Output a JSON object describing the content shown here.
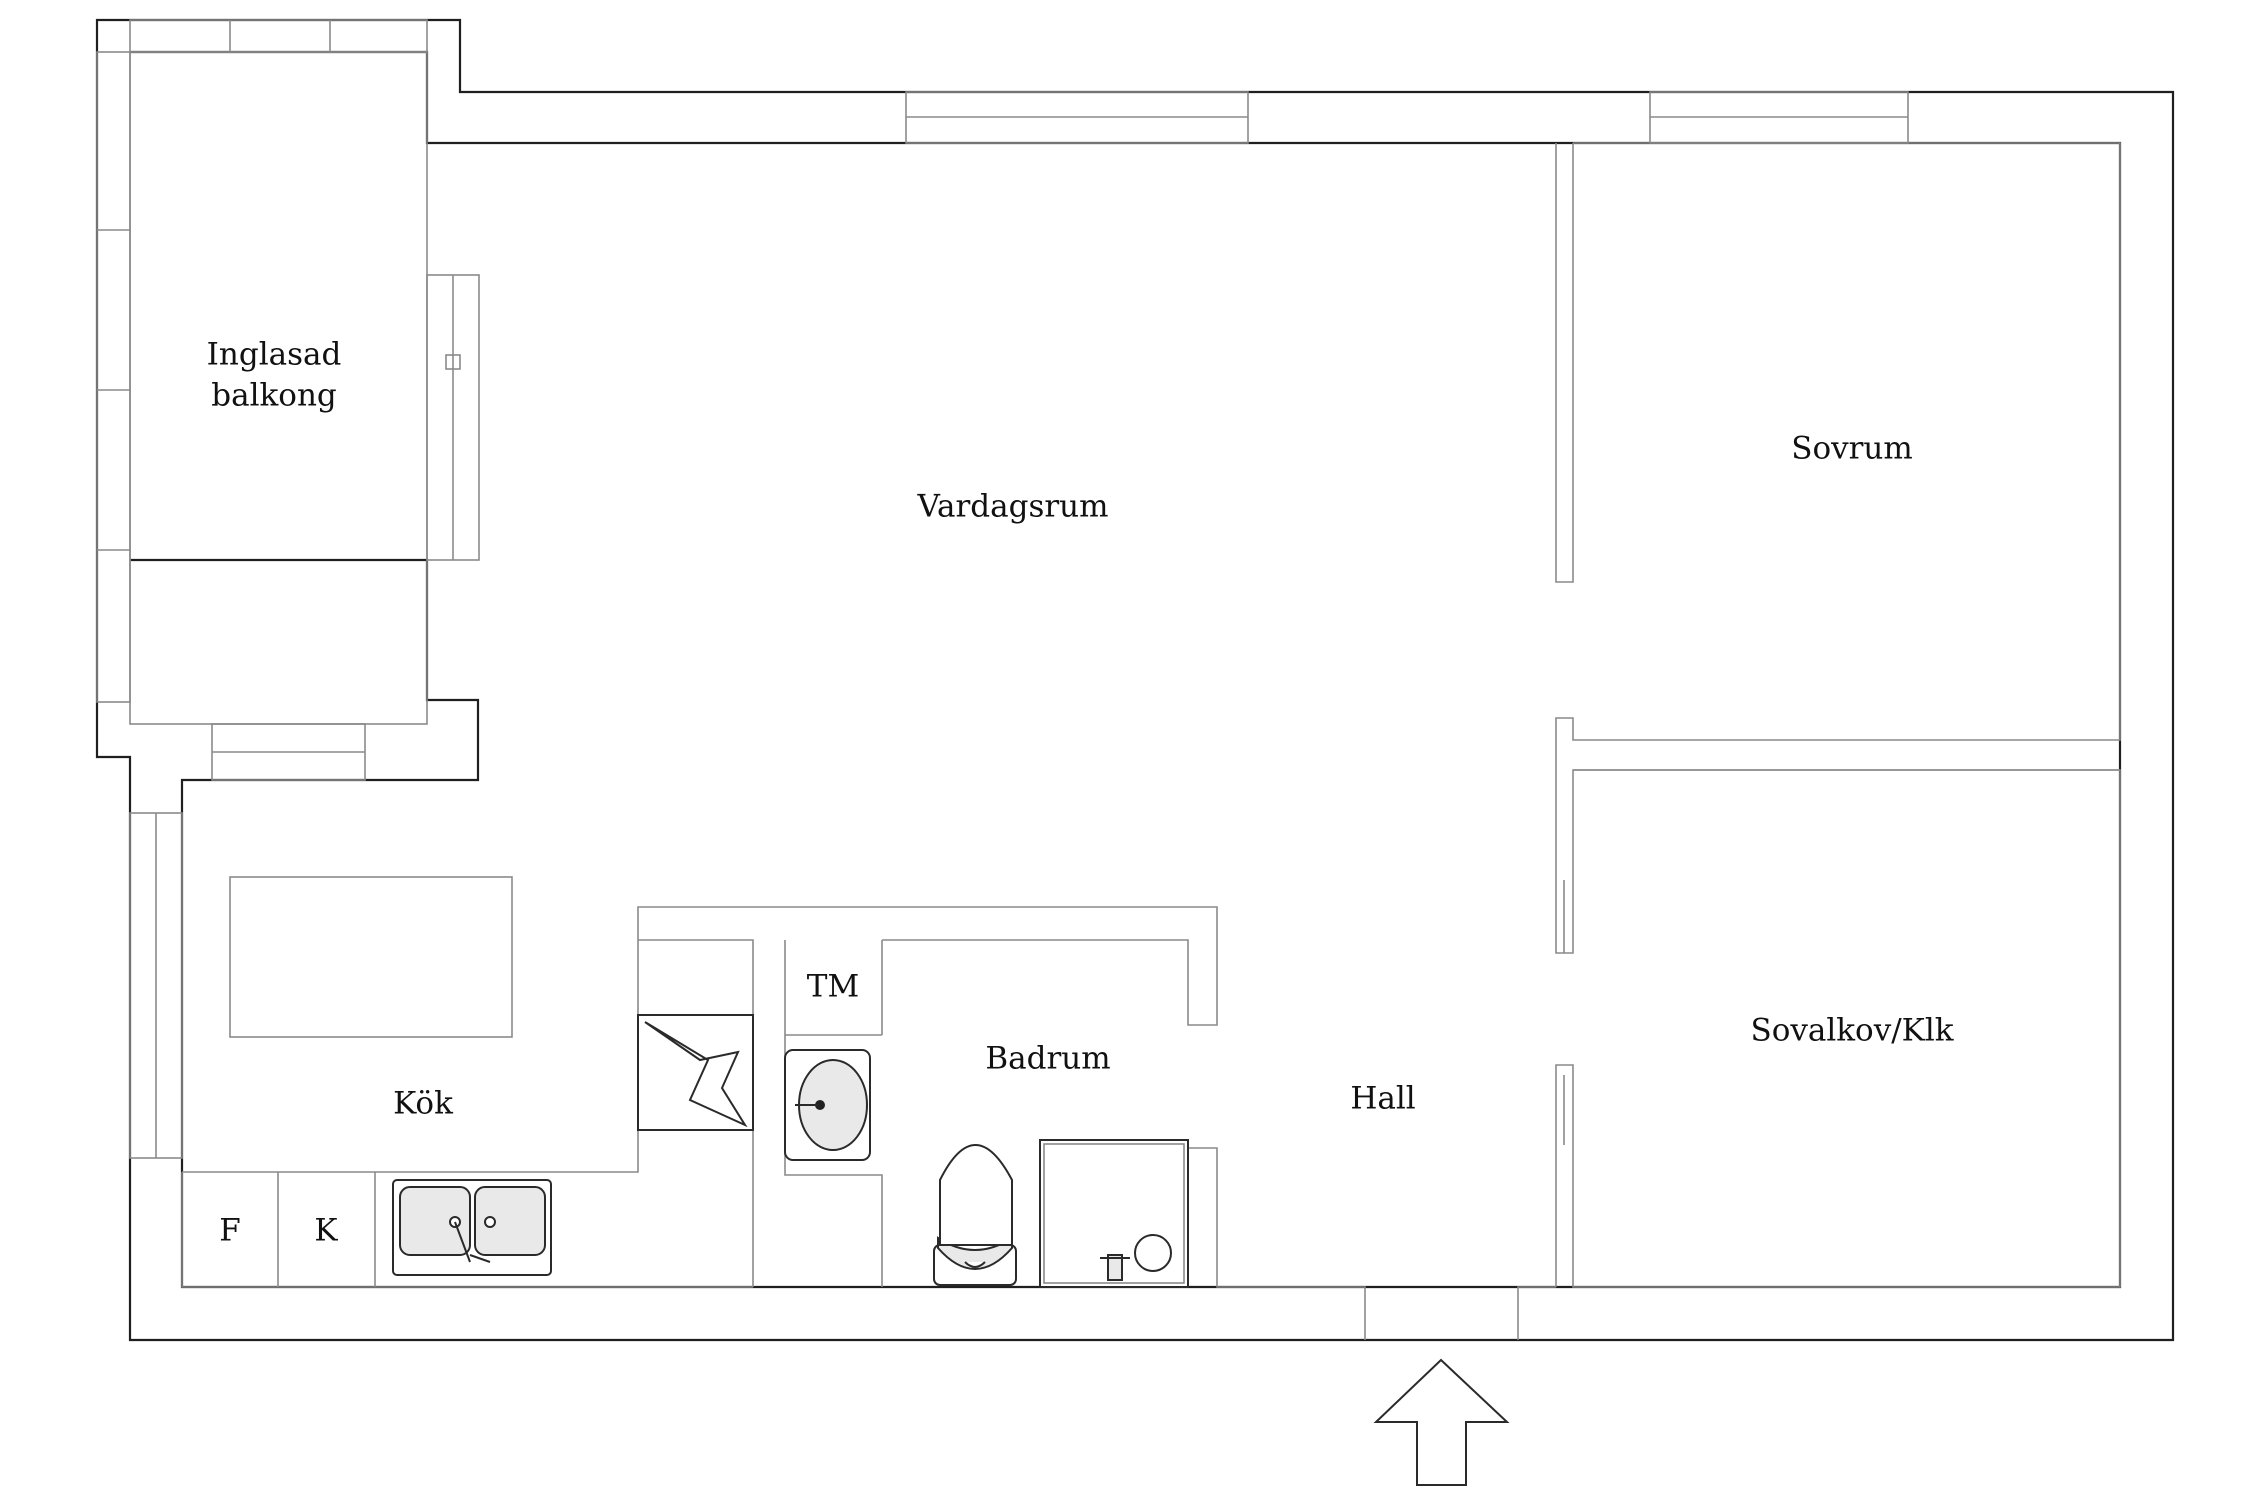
{
  "rooms": {
    "balcony": {
      "line1": "Inglasad",
      "line2": "balkong"
    },
    "living": "Vardagsrum",
    "bedroom": "Sovrum",
    "alcove": "Sovalkov/Klk",
    "kitchen": "Kök",
    "bathroom": "Badrum",
    "hall": "Hall",
    "laundry": "TM"
  },
  "appliances": {
    "freezer": "F",
    "fridge": "K"
  },
  "colors": {
    "wall": "#1f1f1f",
    "inner_line": "#8a8a8a",
    "background": "#ffffff"
  }
}
